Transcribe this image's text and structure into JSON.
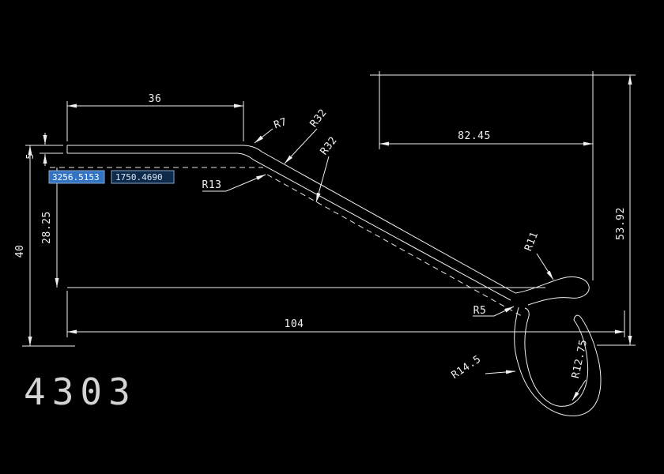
{
  "canvas": {
    "background": "#000000",
    "line_color": "#f0f0f0",
    "highlight_blue": "#3273c4",
    "field_dark": "#0e2a4a"
  },
  "part_label": "4303",
  "dynamic_input": {
    "x_value": "3256.5153",
    "y_value": "1750.4690"
  },
  "dimensions": {
    "width_top": "36",
    "thickness": "5",
    "height_left": "40",
    "height_mid": "28.25",
    "length_bottom": "104",
    "width_upper_right": "82.45",
    "height_right": "53.92"
  },
  "radii": {
    "bend_outer": "R7",
    "slope_outer": "R32",
    "slope_inner": "R32",
    "bend_inner": "R13",
    "hook_top": "R11",
    "junction": "R5",
    "hook_outer": "R14.5",
    "hook_inner": "R12.75"
  }
}
